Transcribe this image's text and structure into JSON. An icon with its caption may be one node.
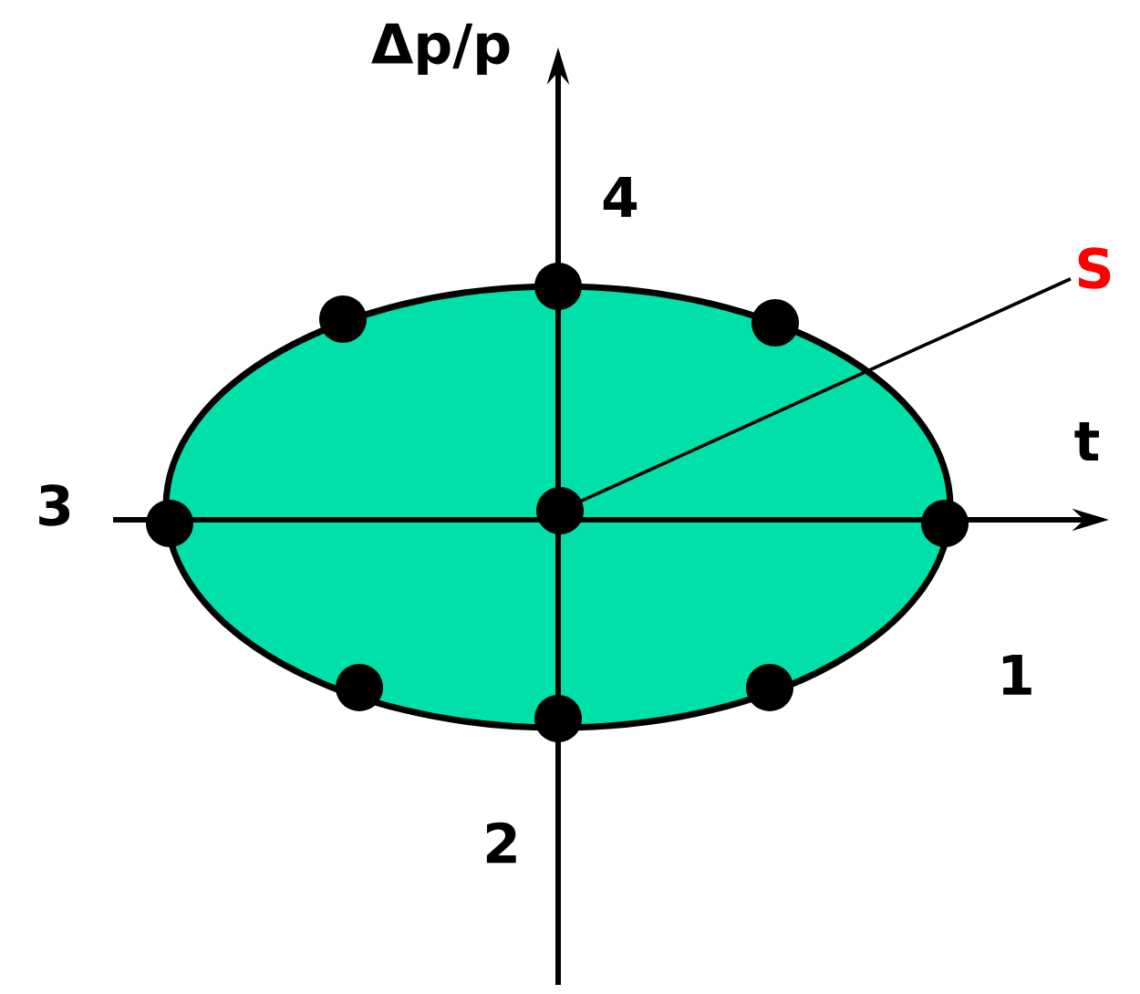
{
  "diagram": {
    "nodes": [
      {
        "text": [
          "S"
        ]
      },
      {
        "text": [],
        "shape": "circle"
      },
      {
        "text": [],
        "shape": "circle"
      },
      {
        "text": [],
        "shape": "circle"
      },
      {
        "text": [],
        "shape": "circle"
      },
      {
        "text": [],
        "shape": "circle"
      },
      {
        "text": [],
        "shape": "circle"
      },
      {
        "text": [],
        "shape": "circle"
      },
      {
        "text": [],
        "shape": "circle"
      },
      {
        "text": [],
        "shape": "circle"
      }
    ],
    "edges": [
      {
        "from": 0,
        "to": 4,
        "arrow": "none"
      }
    ],
    "labels": [
      "Δp/p",
      "4",
      "t",
      "3",
      "1",
      "2"
    ]
  }
}
